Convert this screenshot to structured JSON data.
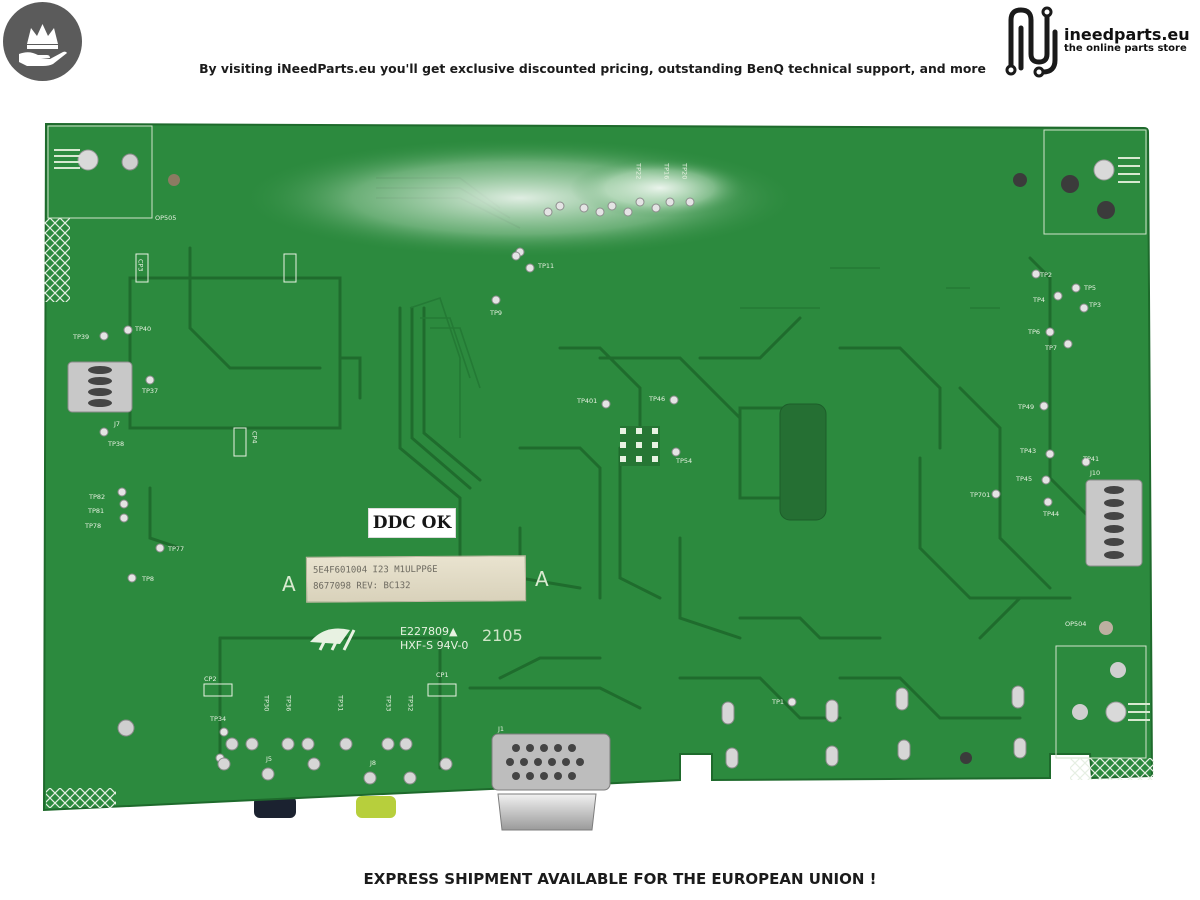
{
  "header": {
    "banner_text": "By visiting iNeedParts.eu you'll get exclusive discounted pricing, outstanding BenQ technical support, and more"
  },
  "brand": {
    "name": "ineedparts.eu",
    "tagline": "the online parts store",
    "badge_icon": "crown-hand-icon",
    "logo_icon": "circuit-n-icon"
  },
  "board": {
    "sticker_text": "DDC OK",
    "label_lines": [
      "5E4F601004  I23   M1ULPP6E",
      "8677098     REV:    BC132"
    ],
    "side_marks": [
      "A",
      "A"
    ],
    "cert_text": "E227809▲",
    "material_text": "HXF-S 94V-0",
    "date_code": "2105",
    "test_points": [
      "TP39",
      "TP40",
      "TP37",
      "TP38",
      "J7",
      "TP82",
      "TP81",
      "TP78",
      "TP77",
      "TP8",
      "TP9",
      "TP11",
      "TP401",
      "TP46",
      "TP54",
      "TP2",
      "TP5",
      "TP4",
      "TP3",
      "TP6",
      "TP7",
      "TP49",
      "TP43",
      "TP45",
      "TP44",
      "TP41",
      "TP701",
      "J10",
      "OP505",
      "OP504",
      "TP1",
      "TP34",
      "TP30",
      "TP36",
      "TP31",
      "TP33",
      "TP32",
      "J5",
      "J8",
      "J1",
      "CP1",
      "CP2",
      "CP4",
      "CP3",
      "TP16",
      "TP20",
      "TP22"
    ],
    "colors": {
      "pcb": "#2c8a3e",
      "pcb_dark": "#1f6c2d",
      "trace": "#2a7d39",
      "silkscreen": "#e8f2e2"
    }
  },
  "footer": {
    "shipping_text": "EXPRESS SHIPMENT AVAILABLE FOR THE EUROPEAN UNION !"
  }
}
